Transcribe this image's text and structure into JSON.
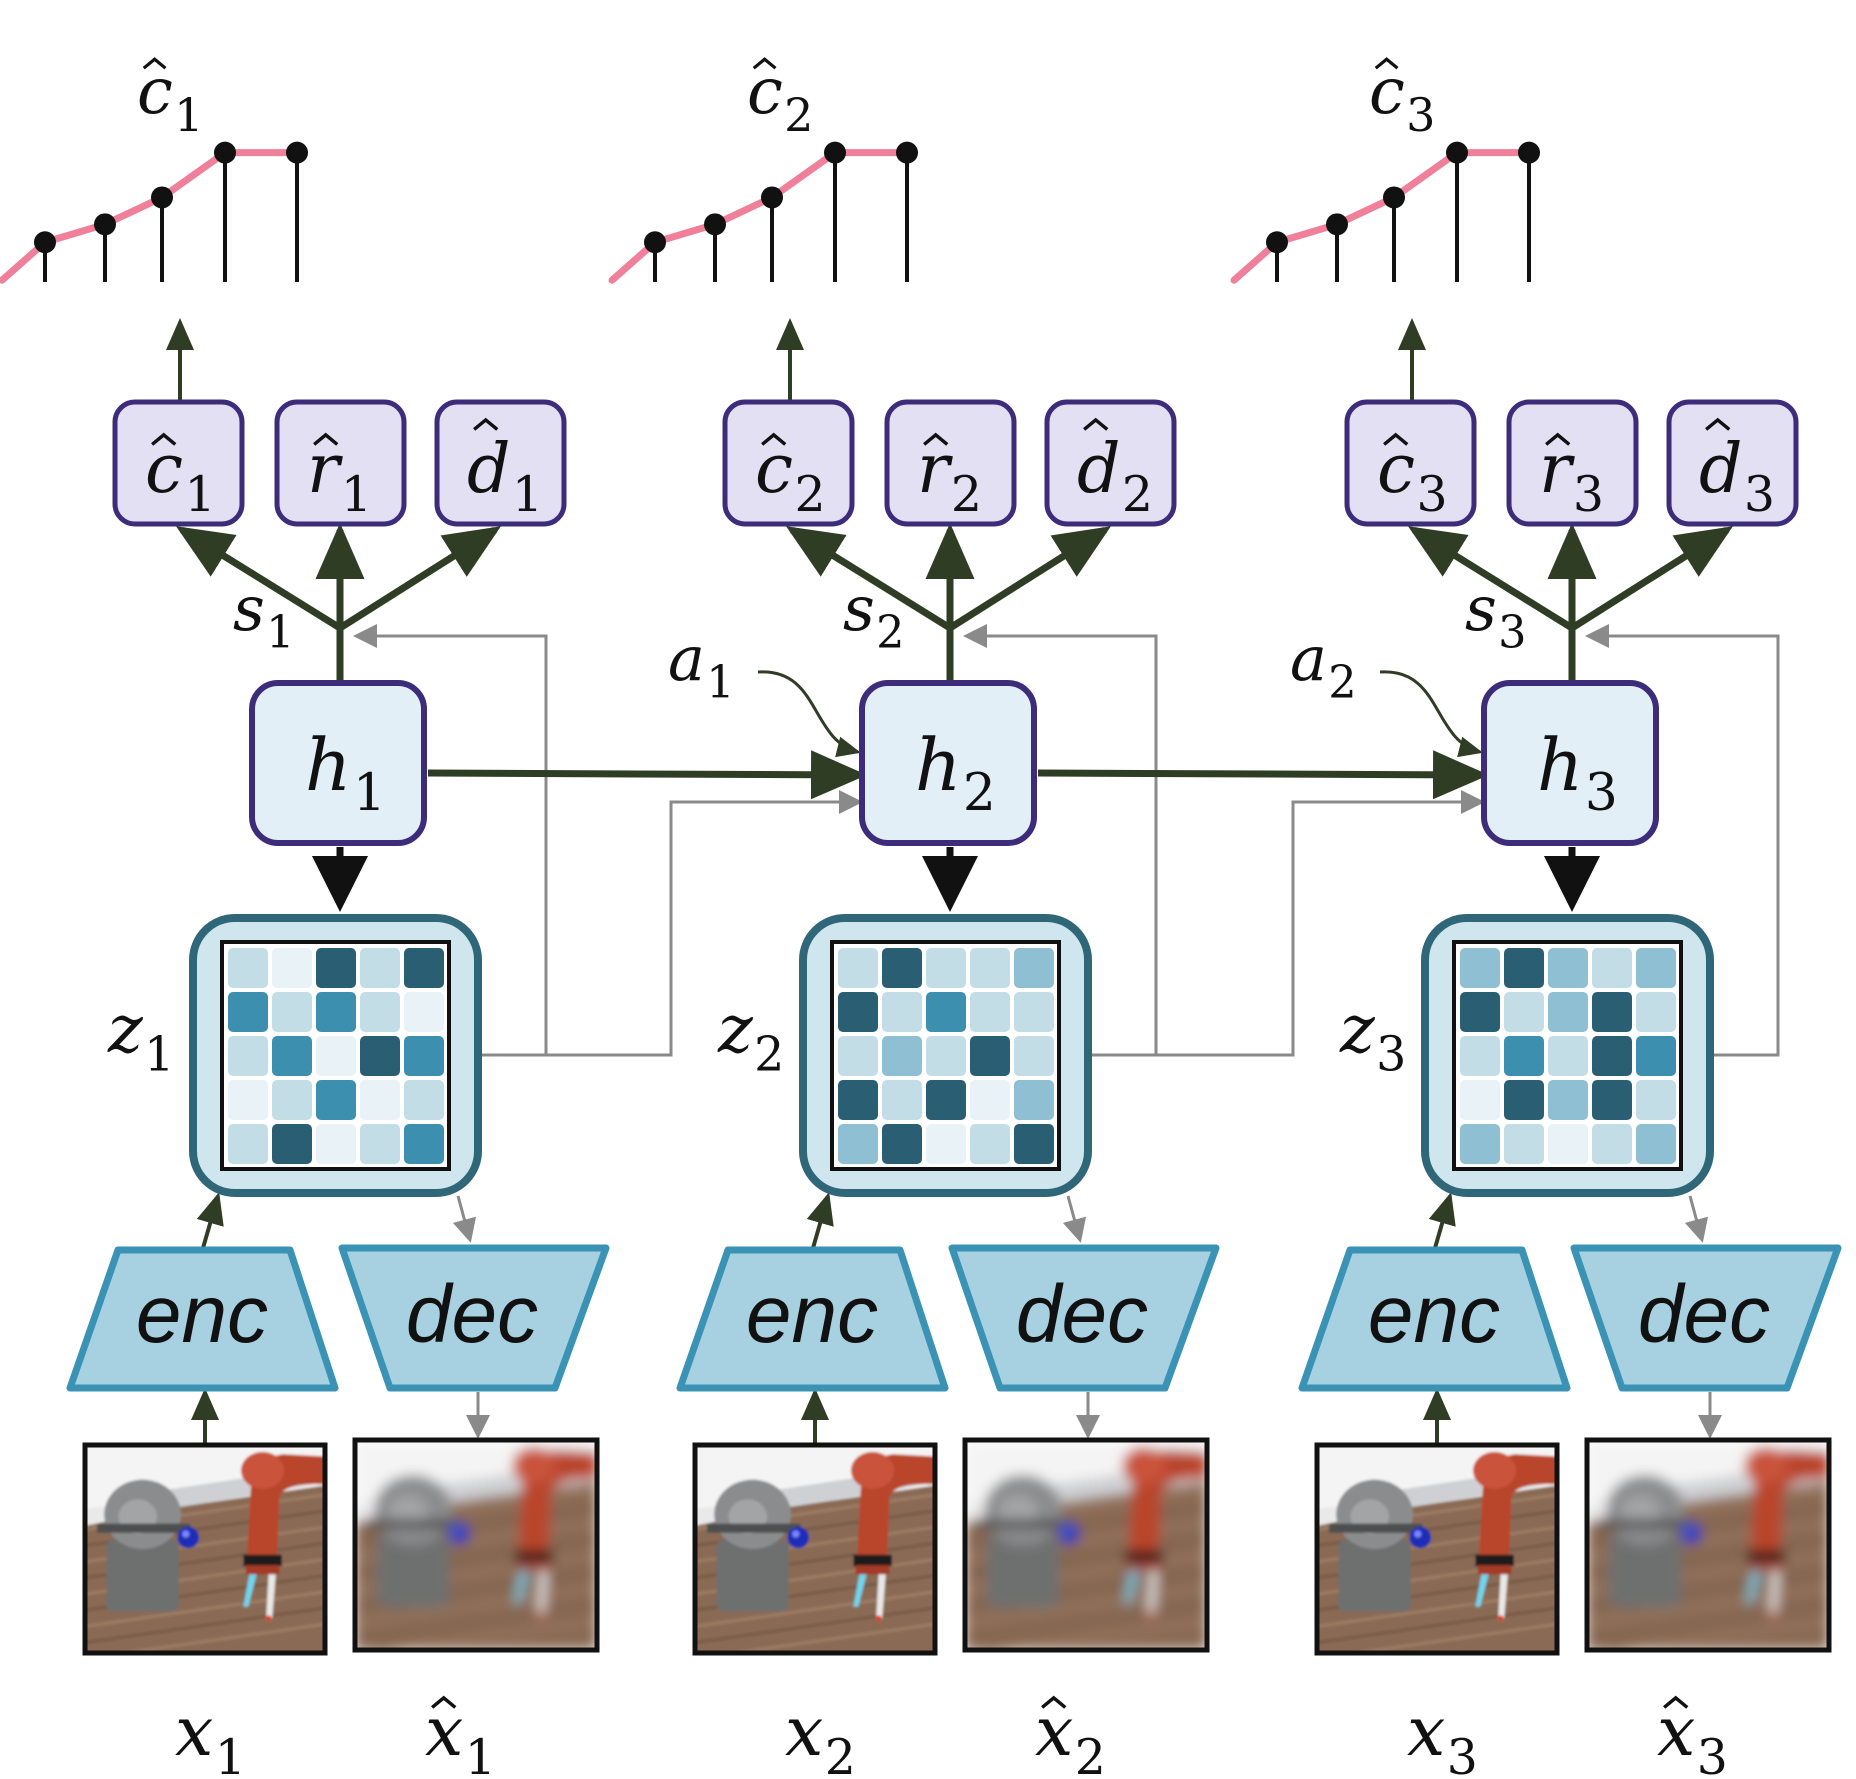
{
  "colors": {
    "dark_arrow": "#2f3d24",
    "black_arrow": "#111111",
    "gray_arrow": "#8a8a8a",
    "pink_curve": "#f07f9a",
    "head_fill": "#e3e0f3",
    "head_border": "#3c2c7a",
    "h_fill": "#e3eff6",
    "h_border": "#3c2c7a",
    "z_fill": "#cfe6ef",
    "z_border": "#2f6678",
    "enc_fill": "#a7d0e1",
    "enc_border": "#3a93b5"
  },
  "steps": [
    {
      "plot_label": {
        "base": "c",
        "sub": "1"
      },
      "heads": [
        {
          "base": "c",
          "sub": "1"
        },
        {
          "base": "r",
          "sub": "1"
        },
        {
          "base": "d",
          "sub": "1"
        }
      ],
      "s_label": {
        "base": "s",
        "sub": "1"
      },
      "h_label": {
        "base": "h",
        "sub": "1"
      },
      "z_label": {
        "base": "z",
        "sub": "1"
      },
      "enc_label": "enc",
      "dec_label": "dec",
      "x_label": {
        "base": "x",
        "sub": "1"
      },
      "xhat_label": {
        "base": "x",
        "sub": "1"
      }
    },
    {
      "plot_label": {
        "base": "c",
        "sub": "2"
      },
      "heads": [
        {
          "base": "c",
          "sub": "2"
        },
        {
          "base": "r",
          "sub": "2"
        },
        {
          "base": "d",
          "sub": "2"
        }
      ],
      "s_label": {
        "base": "s",
        "sub": "2"
      },
      "h_label": {
        "base": "h",
        "sub": "2"
      },
      "z_label": {
        "base": "z",
        "sub": "2"
      },
      "enc_label": "enc",
      "dec_label": "dec",
      "x_label": {
        "base": "x",
        "sub": "2"
      },
      "xhat_label": {
        "base": "x",
        "sub": "2"
      }
    },
    {
      "plot_label": {
        "base": "c",
        "sub": "3"
      },
      "heads": [
        {
          "base": "c",
          "sub": "3"
        },
        {
          "base": "r",
          "sub": "3"
        },
        {
          "base": "d",
          "sub": "3"
        }
      ],
      "s_label": {
        "base": "s",
        "sub": "3"
      },
      "h_label": {
        "base": "h",
        "sub": "3"
      },
      "z_label": {
        "base": "z",
        "sub": "3"
      },
      "enc_label": "enc",
      "dec_label": "dec",
      "x_label": {
        "base": "x",
        "sub": "3"
      },
      "xhat_label": {
        "base": "x",
        "sub": "3"
      }
    }
  ],
  "actions": [
    {
      "base": "a",
      "sub": "1"
    },
    {
      "base": "a",
      "sub": "2"
    }
  ],
  "grid_levels": [
    [
      [
        1,
        0,
        4,
        1,
        4
      ],
      [
        3,
        1,
        3,
        1,
        0
      ],
      [
        1,
        3,
        0,
        4,
        3
      ],
      [
        0,
        1,
        3,
        0,
        1
      ],
      [
        1,
        4,
        0,
        1,
        3
      ]
    ],
    [
      [
        1,
        4,
        1,
        1,
        2
      ],
      [
        4,
        1,
        3,
        1,
        1
      ],
      [
        1,
        2,
        1,
        4,
        1
      ],
      [
        4,
        1,
        4,
        0,
        2
      ],
      [
        2,
        4,
        0,
        1,
        4
      ]
    ],
    [
      [
        2,
        4,
        2,
        1,
        2
      ],
      [
        4,
        1,
        2,
        4,
        1
      ],
      [
        1,
        3,
        1,
        4,
        3
      ],
      [
        0,
        4,
        2,
        4,
        1
      ],
      [
        2,
        1,
        0,
        1,
        2
      ]
    ]
  ],
  "grid_palette": [
    "#e9f2f6",
    "#c3dde7",
    "#8fbfd2",
    "#3c8fae",
    "#2a5f73"
  ],
  "stem_heights": [
    0.3,
    0.4,
    0.55,
    0.8,
    0.8
  ]
}
